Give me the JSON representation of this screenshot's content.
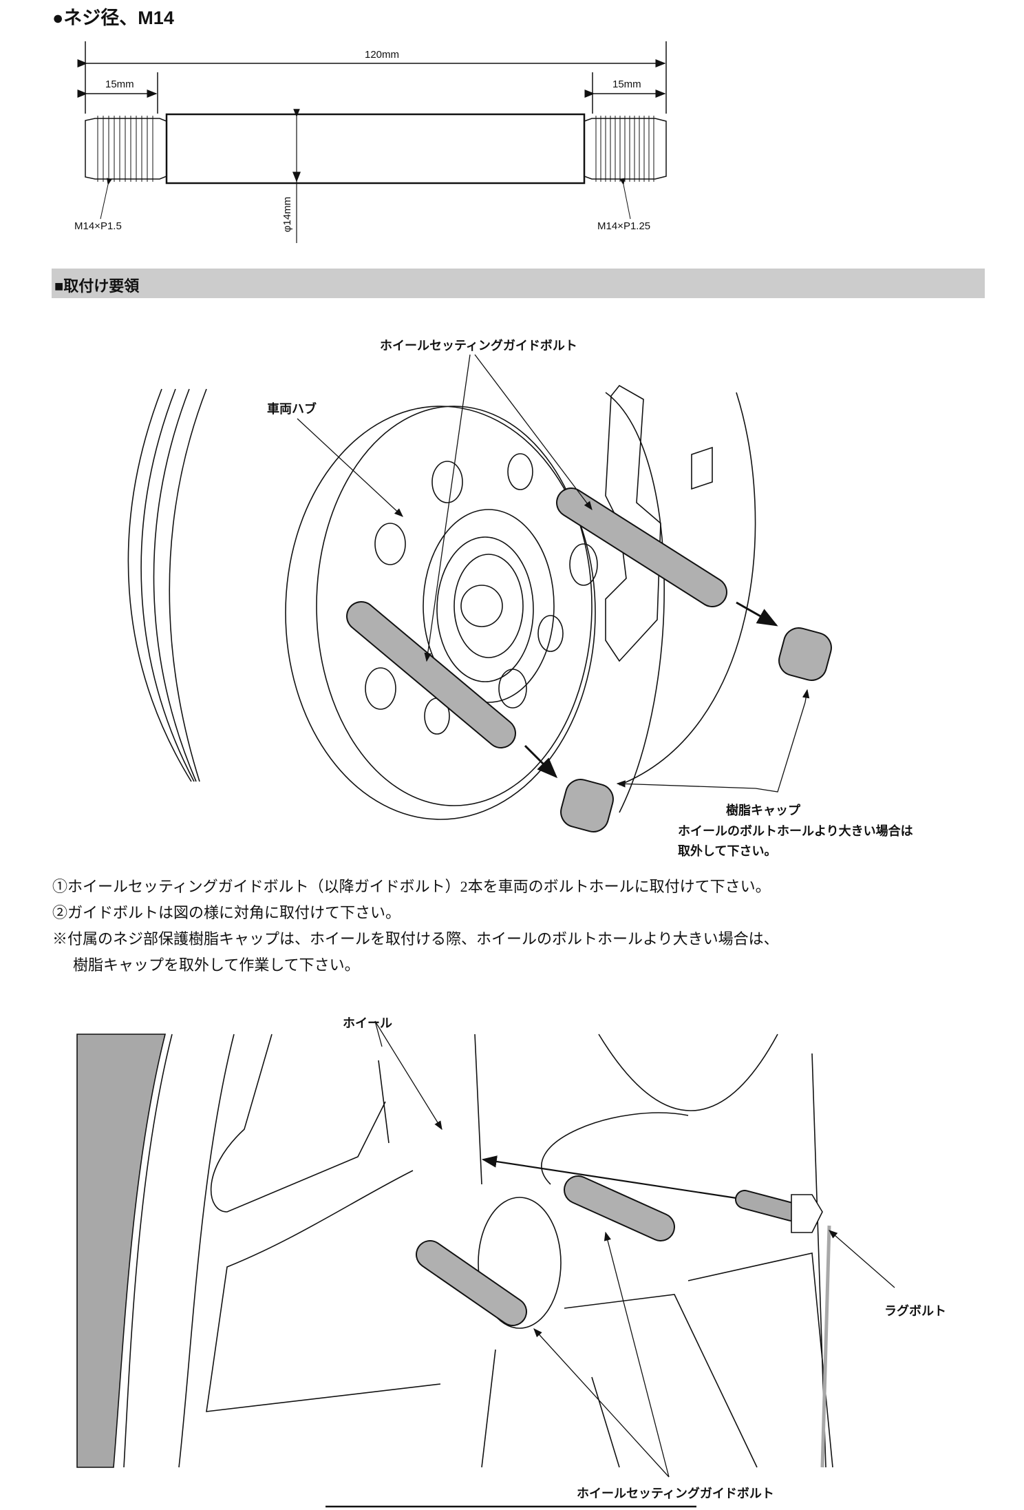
{
  "spec": {
    "title": "●ネジ径、M14",
    "overall_length": "120mm",
    "left_thread_length": "15mm",
    "right_thread_length": "15mm",
    "diameter": "φ14mm",
    "left_thread": "M14×P1.5",
    "right_thread": "M14×P1.25"
  },
  "section": {
    "heading": "■取付け要領"
  },
  "figure1": {
    "guide_bolt_label": "ホイールセッティングガイドボルト",
    "hub_label": "車両ハブ",
    "cap_label_1": "樹脂キャップ",
    "cap_label_2": "ホイールのボルトホールより大きい場合は",
    "cap_label_3": "取外して下さい。"
  },
  "instructions": {
    "step1": "①ホイールセッティングガイドボルト（以降ガイドボルト）2本を車両のボルトホールに取付けて下さい。",
    "step2": "②ガイドボルトは図の様に対角に取付けて下さい。",
    "note_line1": "※付属のネジ部保護樹脂キャップは、ホイールを取付ける際、ホイールのボルトホールより大きい場合は、",
    "note_line2": "樹脂キャップを取外して作業して下さい。"
  },
  "figure2": {
    "wheel_label": "ホイール",
    "lug_bolt_label": "ラグボルト",
    "guide_bolt_label": "ホイールセッティングガイドボルト"
  },
  "colors": {
    "band": "#cccccc",
    "bolt": "#b0b0b0",
    "tire": "#a8a8a8"
  }
}
